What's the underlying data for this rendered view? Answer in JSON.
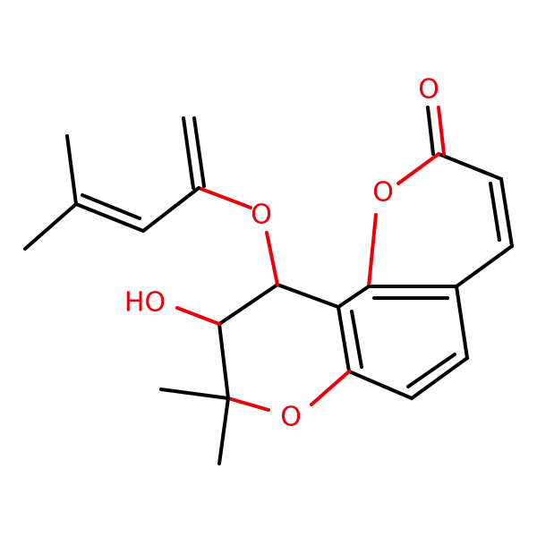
{
  "molecule": {
    "atoms": [
      {
        "id": "O_carbonyl",
        "label": "O",
        "color": "#e8000b"
      },
      {
        "id": "O_lactone",
        "label": "O",
        "color": "#e8000b"
      },
      {
        "id": "O_ether",
        "label": "O",
        "color": "#e8000b"
      },
      {
        "id": "O_pyran",
        "label": "O",
        "color": "#e8000b"
      },
      {
        "id": "OH",
        "label": "HO",
        "color": "#e8000b"
      }
    ]
  }
}
